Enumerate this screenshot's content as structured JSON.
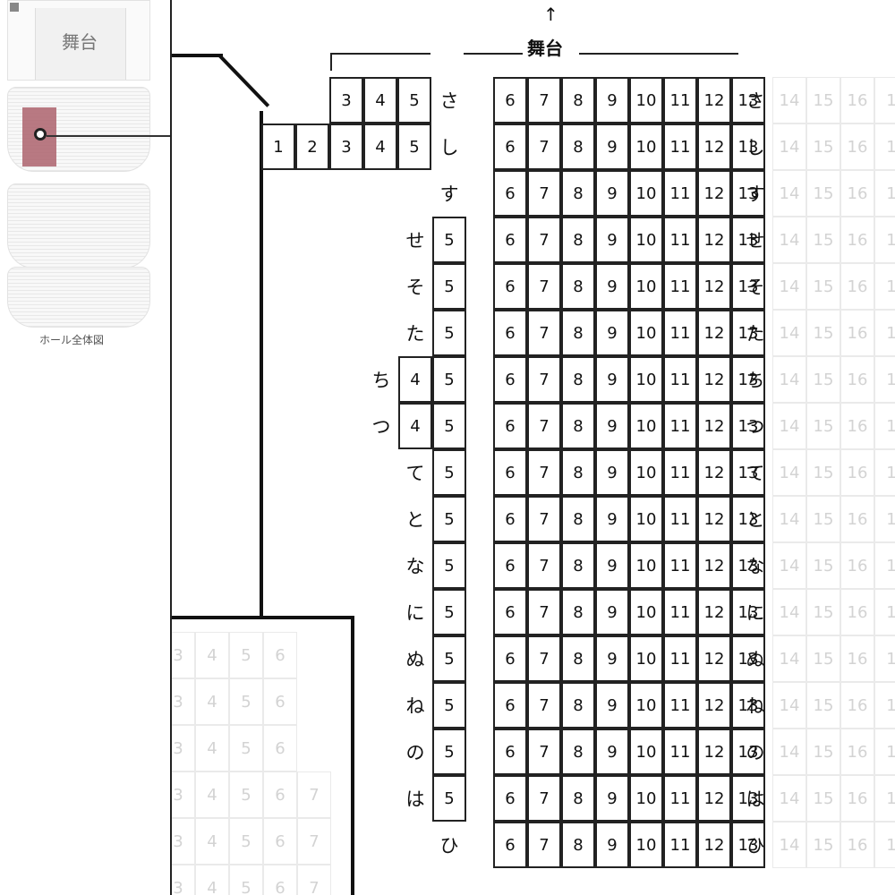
{
  "sidebar": {
    "thumb_stage_label": "舞台",
    "hall_overview_link": "ホール全体図"
  },
  "stage": {
    "arrow": "↑",
    "label": "舞台"
  },
  "rows": [
    {
      "label": "さ",
      "seats": [
        "3",
        "4",
        "5",
        "6",
        "7",
        "8",
        "9",
        "10",
        "11",
        "12",
        "13"
      ]
    },
    {
      "label": "し",
      "seats": [
        "1",
        "2",
        "3",
        "4",
        "5",
        "6",
        "7",
        "8",
        "9",
        "10",
        "11",
        "12",
        "13"
      ]
    },
    {
      "label": "す",
      "seats": [
        "6",
        "7",
        "8",
        "9",
        "10",
        "11",
        "12",
        "13"
      ]
    },
    {
      "label": "せ",
      "seats": [
        "5",
        "6",
        "7",
        "8",
        "9",
        "10",
        "11",
        "12",
        "13"
      ]
    },
    {
      "label": "そ",
      "seats": [
        "5",
        "6",
        "7",
        "8",
        "9",
        "10",
        "11",
        "12",
        "13"
      ]
    },
    {
      "label": "た",
      "seats": [
        "5",
        "6",
        "7",
        "8",
        "9",
        "10",
        "11",
        "12",
        "13"
      ]
    },
    {
      "label": "ち",
      "seats": [
        "4",
        "5",
        "6",
        "7",
        "8",
        "9",
        "10",
        "11",
        "12",
        "13"
      ]
    },
    {
      "label": "つ",
      "seats": [
        "4",
        "5",
        "6",
        "7",
        "8",
        "9",
        "10",
        "11",
        "12",
        "13"
      ]
    },
    {
      "label": "て",
      "seats": [
        "5",
        "6",
        "7",
        "8",
        "9",
        "10",
        "11",
        "12",
        "13"
      ]
    },
    {
      "label": "と",
      "seats": [
        "5",
        "6",
        "7",
        "8",
        "9",
        "10",
        "11",
        "12",
        "13"
      ]
    },
    {
      "label": "な",
      "seats": [
        "5",
        "6",
        "7",
        "8",
        "9",
        "10",
        "11",
        "12",
        "13"
      ]
    },
    {
      "label": "に",
      "seats": [
        "5",
        "6",
        "7",
        "8",
        "9",
        "10",
        "11",
        "12",
        "13"
      ]
    },
    {
      "label": "ぬ",
      "seats": [
        "5",
        "6",
        "7",
        "8",
        "9",
        "10",
        "11",
        "12",
        "13"
      ]
    },
    {
      "label": "ね",
      "seats": [
        "5",
        "6",
        "7",
        "8",
        "9",
        "10",
        "11",
        "12",
        "13"
      ]
    },
    {
      "label": "の",
      "seats": [
        "5",
        "6",
        "7",
        "8",
        "9",
        "10",
        "11",
        "12",
        "13"
      ]
    },
    {
      "label": "は",
      "seats": [
        "5",
        "6",
        "7",
        "8",
        "9",
        "10",
        "11",
        "12",
        "13"
      ]
    },
    {
      "label": "ひ",
      "seats": [
        "6",
        "7",
        "8",
        "9",
        "10",
        "11",
        "12",
        "13"
      ]
    }
  ],
  "right_block_seats": [
    "14",
    "15",
    "16",
    "1"
  ],
  "lower_left_rows": [
    [
      "3",
      "4",
      "5",
      "6"
    ],
    [
      "3",
      "4",
      "5",
      "6"
    ],
    [
      "3",
      "4",
      "5",
      "6"
    ],
    [
      "3",
      "4",
      "5",
      "6",
      "7"
    ],
    [
      "3",
      "4",
      "5",
      "6",
      "7"
    ],
    [
      "3",
      "4",
      "5",
      "6",
      "7"
    ]
  ]
}
